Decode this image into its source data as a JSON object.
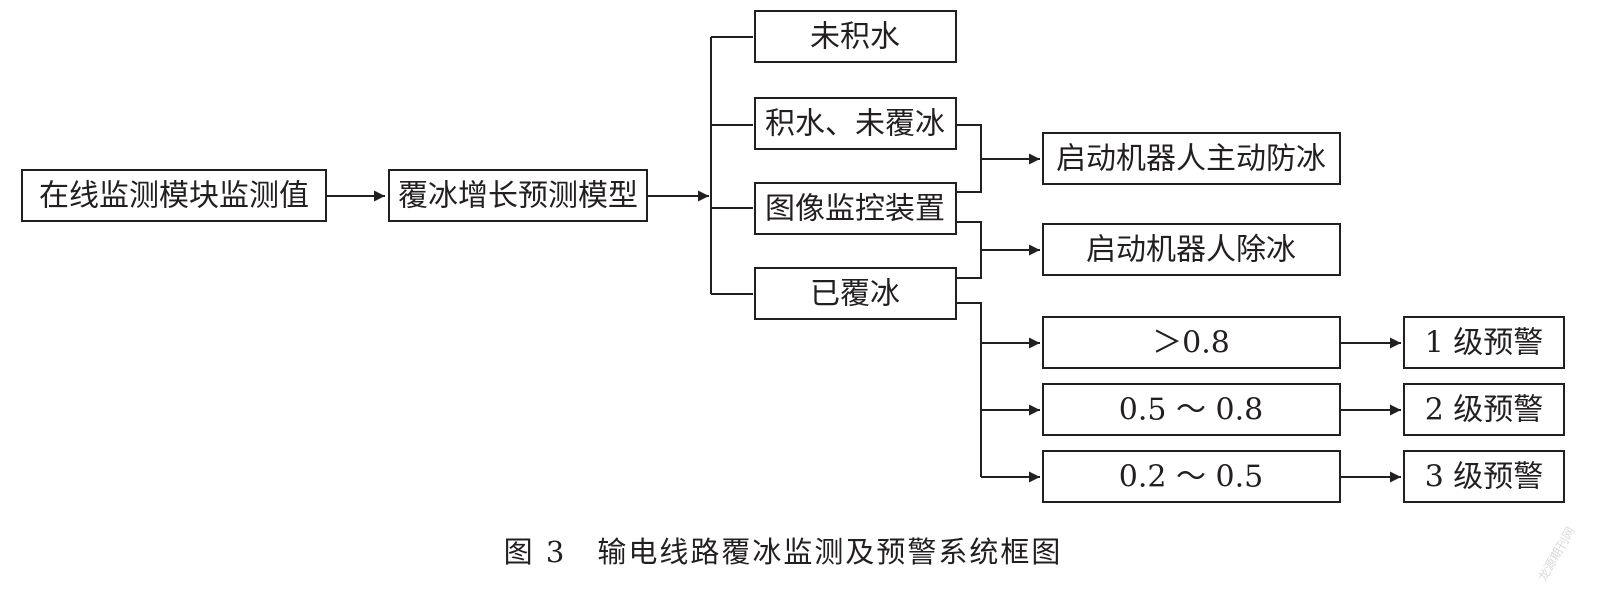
{
  "nodes": {
    "source": "在线监测模块监测值",
    "model": "覆冰增长预测模型",
    "no_water": "未积水",
    "water_no_ice": "积水、未覆冰",
    "image_monitor": "图像监控装置",
    "iced": "已覆冰",
    "robot_active": "启动机器人主动防冰",
    "robot_deice": "启动机器人除冰",
    "range_high": "＞0.8",
    "range_mid": "0.5 ～ 0.8",
    "range_low": "0.2 ～ 0.5",
    "warn_1": "1 级预警",
    "warn_2": "2 级预警",
    "warn_3": "3 级预警"
  },
  "caption": "图 3　输电线路覆冰监测及预警系统框图",
  "watermark": "龙源期刊网",
  "colors": {
    "stroke": "#231f20",
    "background": "#ffffff"
  }
}
